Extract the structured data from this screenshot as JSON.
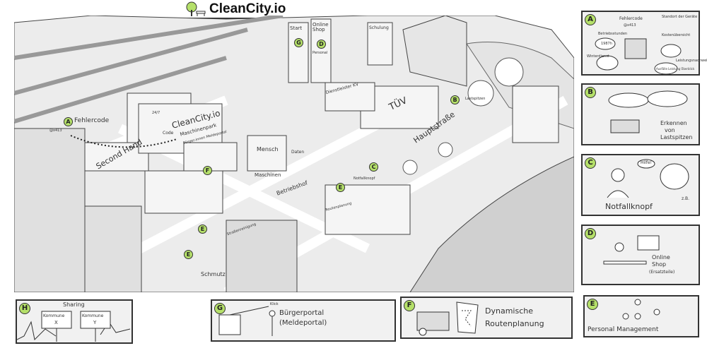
{
  "logo": {
    "text": "CleanCity.io",
    "icon": "tree-bench-icon",
    "accent": "#b5e06a"
  },
  "map": {
    "labels": {
      "fehlercode": "Fehlercode",
      "second_hand": "Second Hand",
      "cleancity": "CleanCity.io",
      "maschinenpark": "Maschinenpark",
      "meldeportal": "Bürger-innen Meldeportal",
      "code": "Code",
      "start": "Start",
      "online_shop": "Online Shop",
      "personal": "Personal",
      "schulung": "Schulung",
      "dienstleister": "Dienstleister KV",
      "tuev": "TÜV",
      "hauptstrasse": "Hauptstraße",
      "lastspitzen": "Lastspitzen",
      "mensch": "Mensch",
      "daten": "Daten",
      "maschinen": "Maschinen",
      "betriebshof": "Betriebshof",
      "notfallknopf": "Notfallknopf",
      "routenplanung": "Routenplanung",
      "strassenreinigung": "Straßenreinigung",
      "schmutz": "Schmutz",
      "service": "24/7",
      "errorcode": "@x413"
    },
    "markers": [
      "A",
      "B",
      "C",
      "D",
      "E",
      "F",
      "G"
    ]
  },
  "panels": {
    "A": {
      "letter": "A",
      "items": [
        "Fehlercode",
        "@x413",
        "Standort der Geräte",
        "Betriebsstunden",
        "1987h",
        "Kostenübersicht",
        "Winterdienst",
        "Leistungsnachweise",
        "Ausfälle Leistung Überblick"
      ]
    },
    "B": {
      "letter": "B",
      "text": [
        "Erkennen",
        "von",
        "Lastspitzen"
      ]
    },
    "C": {
      "letter": "C",
      "bubble": "Hilfe!",
      "example": "z.B.",
      "title": "Notfallknopf"
    },
    "D": {
      "letter": "D",
      "title": [
        "Online",
        "Shop",
        "(Ersatzteile)"
      ]
    },
    "E": {
      "letter": "E",
      "title": "Personal Management"
    },
    "H": {
      "letter": "H",
      "title": "Sharing",
      "sign_x": "Kommune",
      "x": "X",
      "sign_y": "Kommune",
      "y": "Y"
    },
    "G": {
      "letter": "G",
      "click": "Klick",
      "title": [
        "Bürgerportal",
        "(Meldeportal)"
      ]
    },
    "F": {
      "letter": "F",
      "title": [
        "Dynamische",
        "Routenplanung"
      ]
    }
  }
}
